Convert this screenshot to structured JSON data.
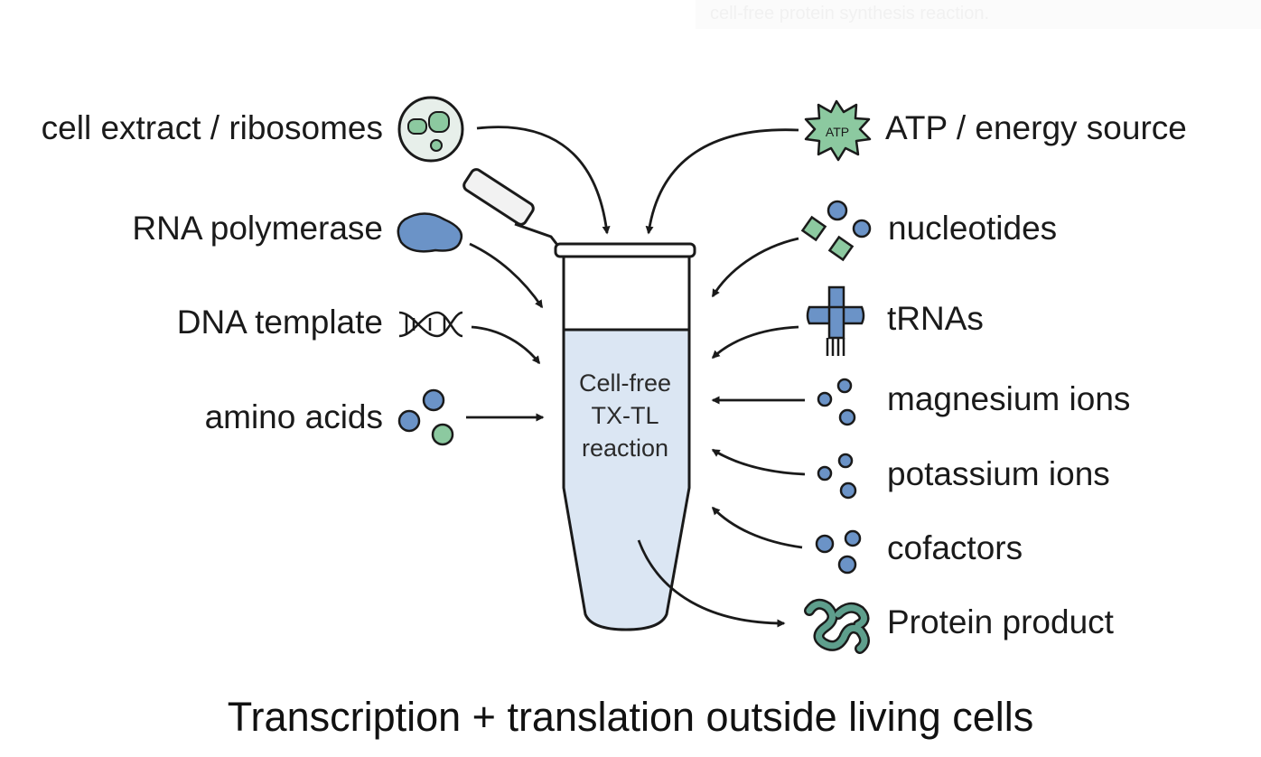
{
  "header_fragment": "cell-free protein synthesis reaction.",
  "tube_label": [
    "Cell-free",
    "TX-TL",
    "reaction"
  ],
  "inputs_left": [
    {
      "label": "cell extract / ribosomes",
      "icon": "ribosome-icon"
    },
    {
      "label": "RNA polymerase",
      "icon": "polymerase-blob-icon"
    },
    {
      "label": "DNA template",
      "icon": "dna-helix-icon"
    },
    {
      "label": "amino acids",
      "icon": "amino-acid-molecules-icon"
    }
  ],
  "inputs_right": [
    {
      "label": "ATP / energy source",
      "icon": "atp-starburst-icon",
      "icon_text": "ATP"
    },
    {
      "label": "nucleotides",
      "icon": "nucleotides-icon"
    },
    {
      "label": "tRNAs",
      "icon": "trna-icon"
    },
    {
      "label": "magnesium ions",
      "icon": "ions-icon"
    },
    {
      "label": "potassium ions",
      "icon": "ions-icon"
    },
    {
      "label": "cofactors",
      "icon": "cofactor-molecules-icon"
    }
  ],
  "output": {
    "label": "Protein product",
    "icon": "folded-protein-icon"
  },
  "caption": "Transcription + translation outside living cells",
  "colors": {
    "blue": "#6b93c7",
    "green": "#8cc9a0",
    "teal": "#5e9e8c",
    "tube_fill": "#dbe6f3",
    "stroke": "#1a1a1a"
  }
}
